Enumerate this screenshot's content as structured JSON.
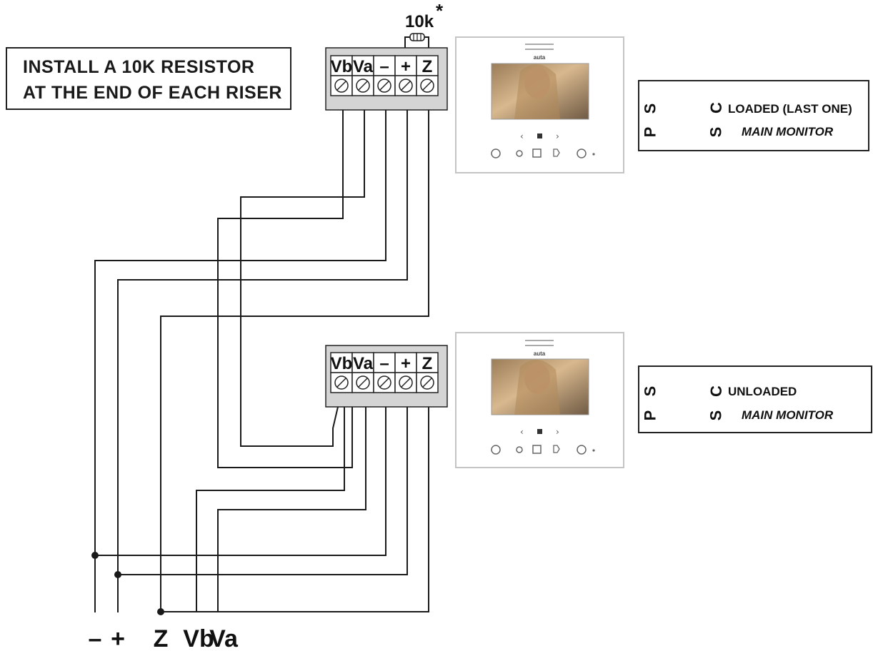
{
  "note": {
    "line1": "INSTALL  A  10K  RESISTOR",
    "line2": "AT THE END OF EACH RISER"
  },
  "resistor": {
    "label": "10k",
    "mark": "*"
  },
  "terminals": [
    "Vb",
    "Va",
    "–",
    "+",
    "Z"
  ],
  "monitor": {
    "brand": "auta"
  },
  "switches_top": {
    "row1_left": "S",
    "row1_right": "C",
    "row1_text": "LOADED (LAST ONE)",
    "row2_left": "P",
    "row2_right": "S",
    "row2_text": "MAIN MONITOR"
  },
  "switches_bottom": {
    "row1_left": "S",
    "row1_right": "C",
    "row1_text": "UNLOADED",
    "row2_left": "P",
    "row2_right": "S",
    "row2_text": "MAIN MONITOR"
  },
  "riser_labels": [
    "–",
    "+",
    "Z",
    "Vb",
    "Va"
  ]
}
